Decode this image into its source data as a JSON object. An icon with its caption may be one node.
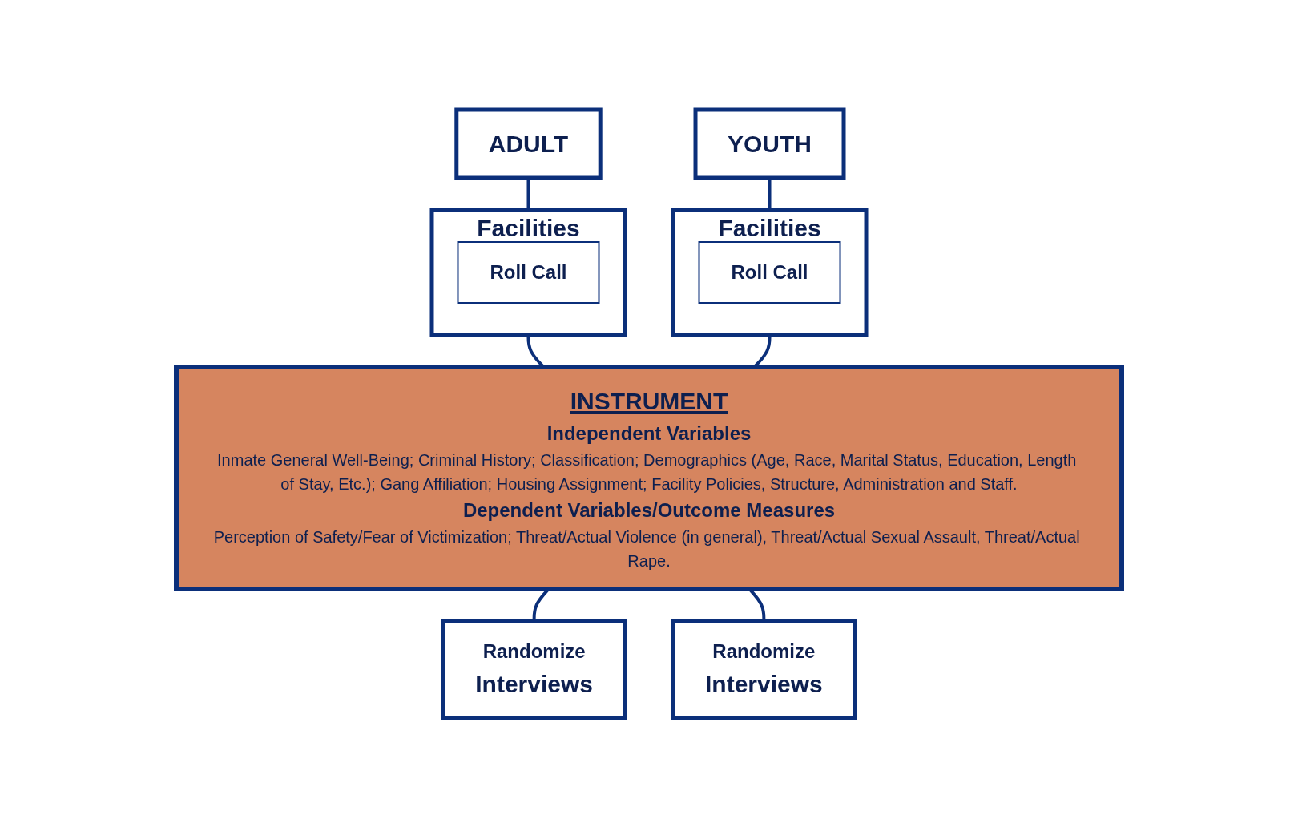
{
  "diagram": {
    "nodes": [
      {
        "text": [
          "ADULT"
        ]
      },
      {
        "text": [
          "YOUTH"
        ]
      },
      {
        "text": [
          "Facilities"
        ]
      },
      {
        "text": [
          "Roll Call"
        ],
        "in": 2
      },
      {
        "text": [
          "Facilities"
        ]
      },
      {
        "text": [
          "Roll Call"
        ],
        "in": 4
      },
      {
        "text": [
          "INSTRUMENT",
          "Independent Variables",
          "Inmate General Well-Being; Criminal History; Classification; Demographics (Age, Race, Marital Status, Education, Length of Stay, Etc.); Gang Affiliation; Housing Assignment; Facility Policies, Structure, Administration and Staff.",
          "Dependent Variables/Outcome Measures",
          "Perception of Safety/Fear of Victimization; Threat/Actual Violence (in general), Threat/Actual Sexual Assault, Threat/Actual Rape."
        ]
      },
      {
        "text": [
          "Randomize",
          "Interviews"
        ]
      },
      {
        "text": [
          "Randomize",
          "Interviews"
        ]
      }
    ],
    "edges": [
      {
        "from": 0,
        "to": 2,
        "arrow": "none"
      },
      {
        "from": 1,
        "to": 4,
        "arrow": "none"
      },
      {
        "from": 2,
        "to": 6,
        "arrow": "none"
      },
      {
        "from": 4,
        "to": 6,
        "arrow": "none"
      },
      {
        "from": 6,
        "to": 7,
        "arrow": "none"
      },
      {
        "from": 6,
        "to": 8,
        "arrow": "none"
      }
    ]
  }
}
